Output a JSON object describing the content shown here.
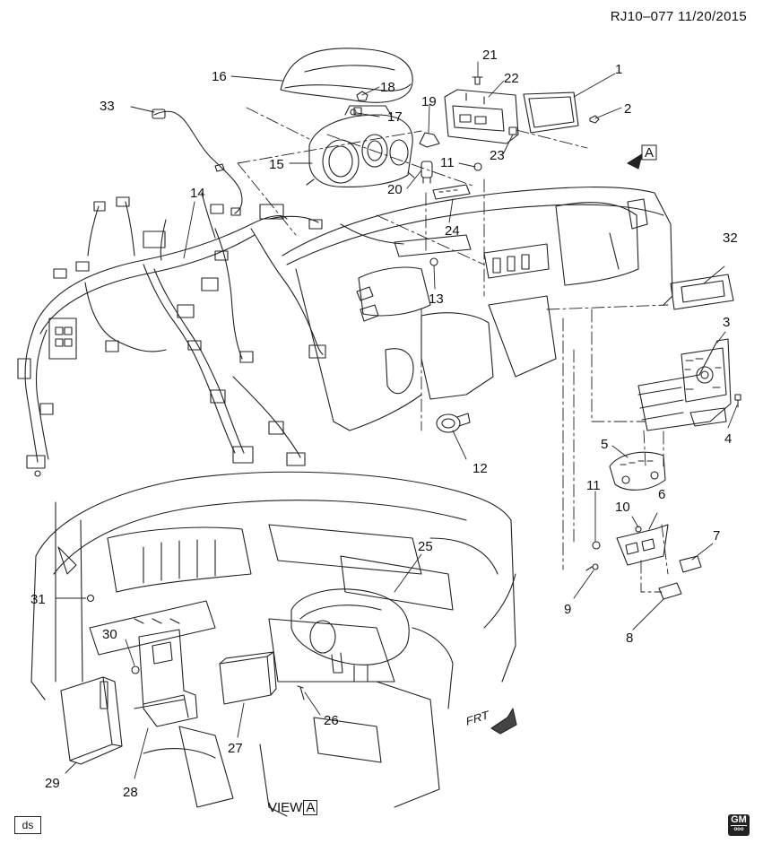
{
  "header": {
    "ref_code": "RJ10–077  11/20/2015"
  },
  "view": {
    "label": "VIEW",
    "boxed_letter": "A"
  },
  "arrow_a_label": "A",
  "frt_label": "FRT",
  "ds_label": "ds",
  "logo": {
    "top": "GM",
    "bottom": "ooo"
  },
  "callouts": [
    "1",
    "2",
    "3",
    "4",
    "5",
    "6",
    "7",
    "8",
    "9",
    "10",
    "11",
    "11",
    "12",
    "13",
    "14",
    "15",
    "16",
    "17",
    "18",
    "19",
    "20",
    "21",
    "22",
    "23",
    "24",
    "25",
    "26",
    "27",
    "28",
    "29",
    "30",
    "31",
    "32",
    "33"
  ]
}
